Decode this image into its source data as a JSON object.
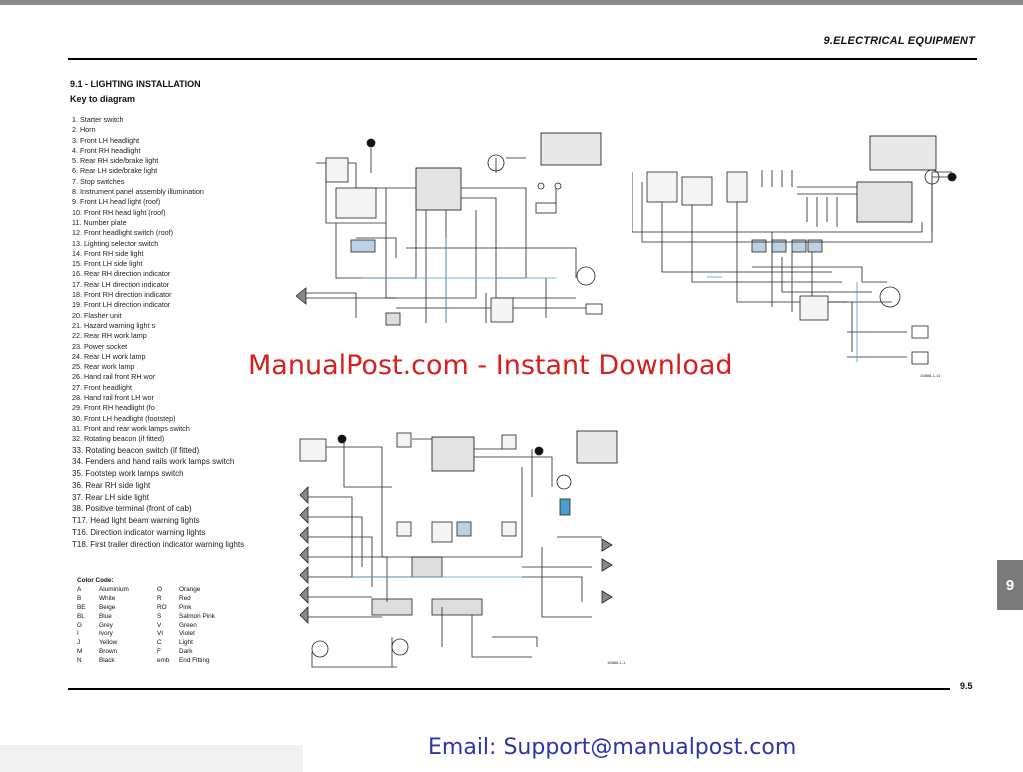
{
  "header": {
    "title": "9.ELECTRICAL EQUIPMENT"
  },
  "section": {
    "title": "9.1 -  LIGHTING INSTALLATION",
    "key_heading": "Key to diagram"
  },
  "key_items": [
    "1.  Starter switch",
    "2.  Horn",
    "3.  Front LH headlight",
    "4.  Front RH headlight",
    "5.  Rear RH side/brake light",
    "6.  Rear LH side/brake light",
    "7.  Stop switches",
    "8.  Instrument panel assembly illumination",
    "9.  Front LH head light (roof)",
    "10. Front RH head light (roof)",
    "11. Number plate",
    "12. Front headlight switch (roof)",
    "13. Lighting selector switch",
    "14. Front RH side light",
    "15. Front LH side light",
    "16. Rear RH direction indicator",
    "17. Rear LH direction indicator",
    "18. Front RH direction indicator",
    "19. Front LH direction indicator",
    "20. Flasher unit",
    "21. Hazard warning light s",
    "22. Rear RH work lamp",
    "23. Power socket",
    "24. Rear LH work lamp",
    "25. Rear work lamp",
    "26. Hand rail front RH wor",
    "27. Front headlight",
    "28. Hand rail front LH wor",
    "29. Front RH headlight (fo",
    "30. Front LH headlight (footstep)",
    "31. Front and rear work lamps switch",
    "32. Rotating beacon (if fitted)",
    "33. Rotating beacon switch (if fitted)",
    "34. Fenders and hand rails work lamps switch",
    "35. Footstep work lamps switch",
    "36. Rear RH side light",
    "37. Rear LH side light",
    "38. Positive terminal (front of cab)",
    "T17. Head light beam warning lights",
    "T16. Direction indicator warning lights",
    "T18. First trailer direction indicator warning lights"
  ],
  "color_code": {
    "title": "Color Code:",
    "rows": [
      [
        "A",
        "Aluminium",
        "O",
        "Orange"
      ],
      [
        "B",
        "White",
        "R",
        "Red"
      ],
      [
        "BE",
        "Beige",
        "RO",
        "Pink"
      ],
      [
        "BL",
        "Blue",
        "S",
        "Salmon Pink"
      ],
      [
        "G",
        "Grey",
        "V",
        "Green"
      ],
      [
        "I",
        "Ivory",
        "VI",
        "Violet"
      ],
      [
        "J",
        "Yellow",
        "C",
        "Light"
      ],
      [
        "M",
        "Brown",
        "F",
        "Dark"
      ],
      [
        "N",
        "Black",
        "emb",
        "End Fitting"
      ]
    ]
  },
  "diagram_codes": {
    "top_right": "10886-1-11",
    "bottom": "10885-1-1"
  },
  "side_tab": "9",
  "page_number": "9.5",
  "watermark": "ManualPost.com - Instant Download",
  "footer_email": "Email: Support@manualpost.com"
}
